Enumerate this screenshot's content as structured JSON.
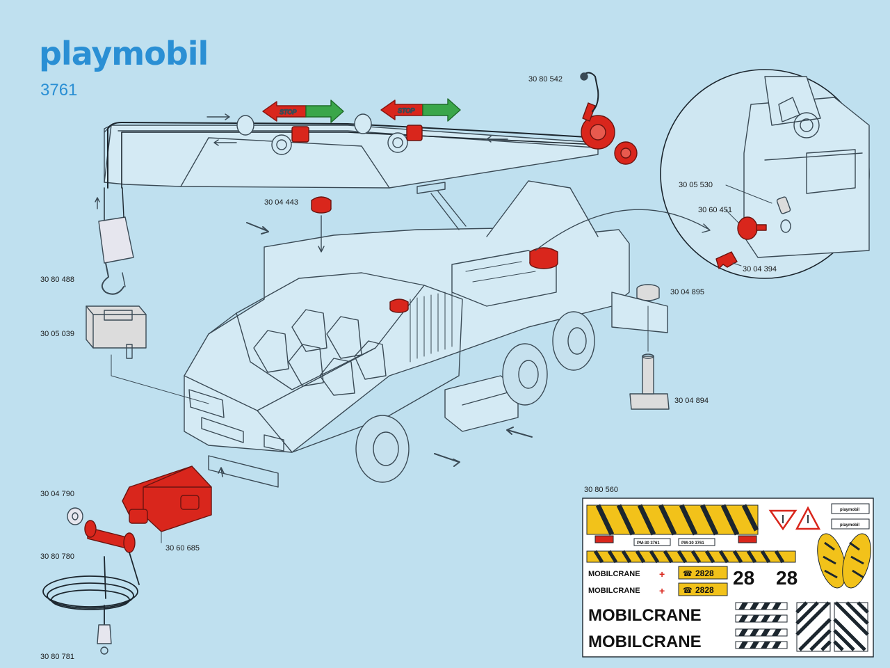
{
  "brand": {
    "logo_text": "playmobil",
    "model_number": "3761"
  },
  "stop_label": "STOP",
  "part_labels": {
    "p3080542": "30 80 542",
    "p3004443": "30 04 443",
    "p3005530": "30 05 530",
    "p3060451": "30 60 451",
    "p3004394": "30 04 394",
    "p3080488": "30 80 488",
    "p3005039": "30 05 039",
    "p3004895": "30 04 895",
    "p3004894": "30 04 894",
    "p3004790": "30 04 790",
    "p3080780": "30 80 780",
    "p3060685": "30 60 685",
    "p3080781": "30 80 781",
    "p3080560": "30 80 560"
  },
  "sticker_sheet": {
    "brand_small": "MOBILCRANE",
    "brand_large": "MOBILCRANE",
    "phone": "2828",
    "number": "28",
    "small_brand": "playmobil",
    "plate_a": "PM-30 3761",
    "plate_b": "PM-30 3761"
  },
  "colors": {
    "background": "#bfe0ef",
    "line": "#3a4a55",
    "accent_red": "#d9261c",
    "accent_green": "#3aa64a",
    "sticker_yellow": "#f2c21a",
    "brand_blue": "#2a8fd4"
  }
}
